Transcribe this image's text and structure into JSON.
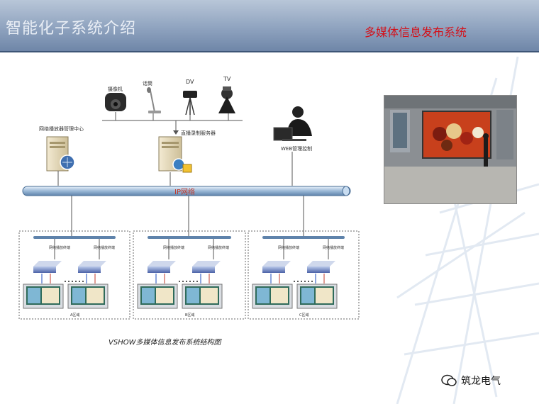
{
  "header": {
    "title": "智能化子系统介绍",
    "subtitle": "多媒体信息发布系统"
  },
  "diagram": {
    "inputs": [
      {
        "label": "摄像机",
        "icon": "camera-icon"
      },
      {
        "label": "话筒",
        "icon": "microphone-icon"
      },
      {
        "label": "DV",
        "icon": "dv-camcorder-icon"
      },
      {
        "label": "TV",
        "icon": "tv-camera-icon"
      }
    ],
    "server_left_label": "网络播放器管理中心",
    "server_mid_label": "直播录制服务器",
    "web_label": "WEB管理控制",
    "network_label": "IP网络",
    "zones": [
      {
        "label": "A区域",
        "player_labels": [
          "网络播放终端",
          "网络播放终端"
        ]
      },
      {
        "label": "B区域",
        "player_labels": [
          "网络播放终端",
          "网络播放终端"
        ]
      },
      {
        "label": "C区域",
        "player_labels": [
          "网络播放终端",
          "网络播放终端"
        ]
      }
    ],
    "caption": "VSHOW多媒体信息发布系统结构图"
  },
  "watermark": {
    "text": "筑龙电气",
    "icon": "wechat-icon"
  },
  "colors": {
    "header_red": "#d3111a",
    "bus_blue": "#9ab8d6",
    "photo_led": "#c8401c"
  }
}
